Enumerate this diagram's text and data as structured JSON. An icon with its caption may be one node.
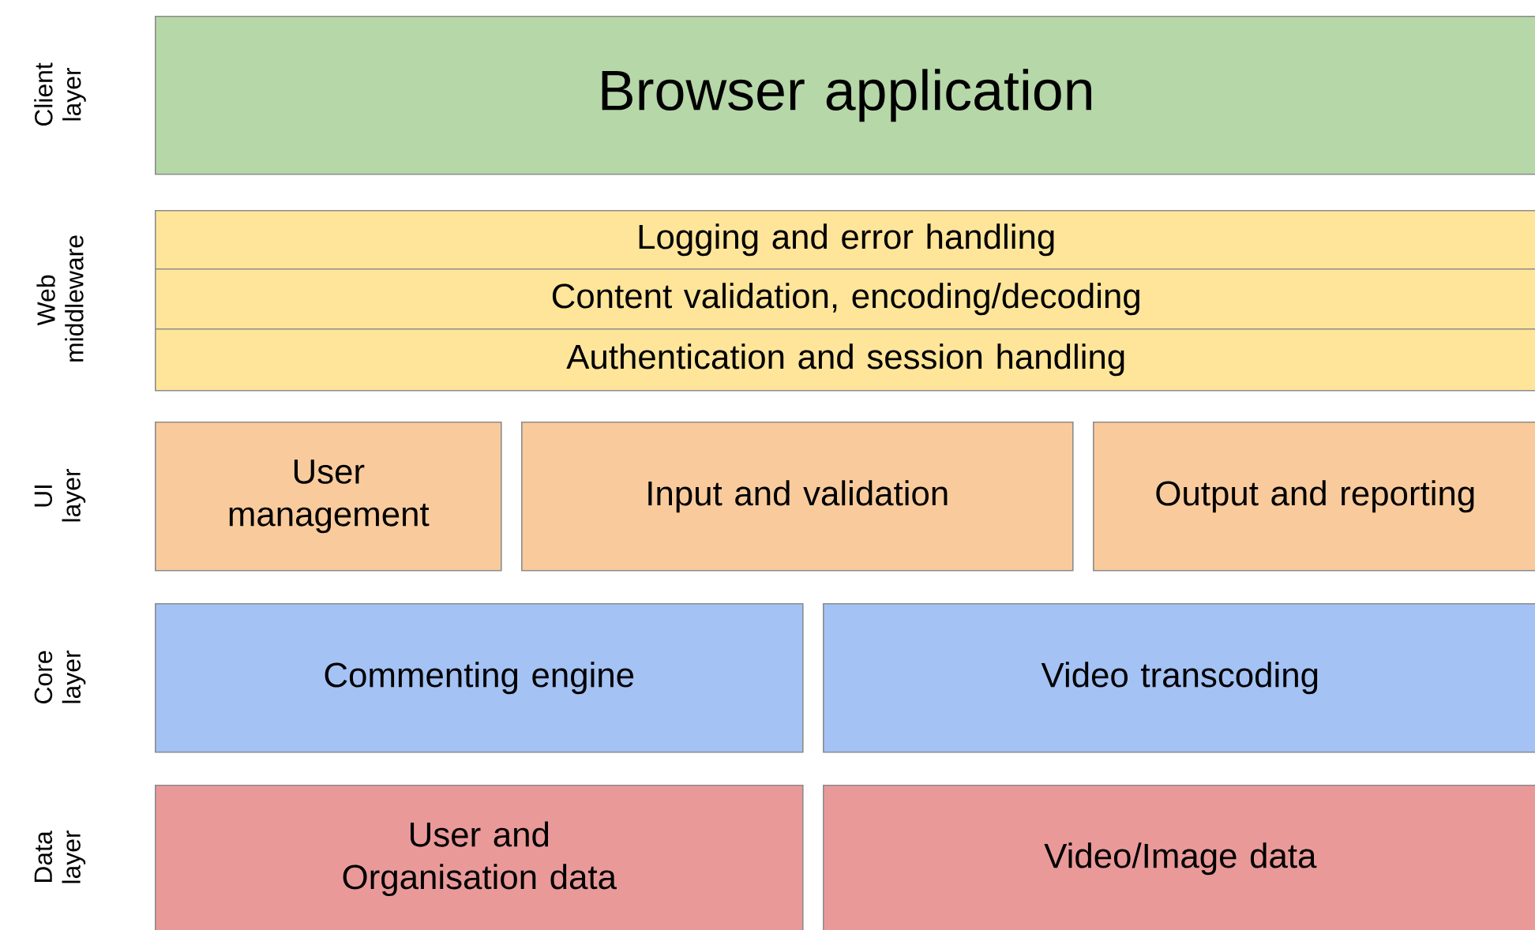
{
  "diagram": {
    "nodes": [
      {
        "text": [
          "Browser application"
        ]
      },
      {
        "text": [
          "Logging and error handling"
        ]
      },
      {
        "text": [
          "Content validation, encoding/decoding"
        ]
      },
      {
        "text": [
          "Authentication and session handling"
        ]
      },
      {
        "text": [
          "User management"
        ]
      },
      {
        "text": [
          "Input and validation"
        ]
      },
      {
        "text": [
          "Output and reporting"
        ]
      },
      {
        "text": [
          "Commenting engine"
        ]
      },
      {
        "text": [
          "Video transcoding"
        ]
      },
      {
        "text": [
          "User and Organisation data"
        ]
      },
      {
        "text": [
          "Video/Image data"
        ]
      }
    ],
    "labels": [
      "Client layer",
      "Web middleware",
      "UI layer",
      "Core layer",
      "Data layer"
    ]
  }
}
